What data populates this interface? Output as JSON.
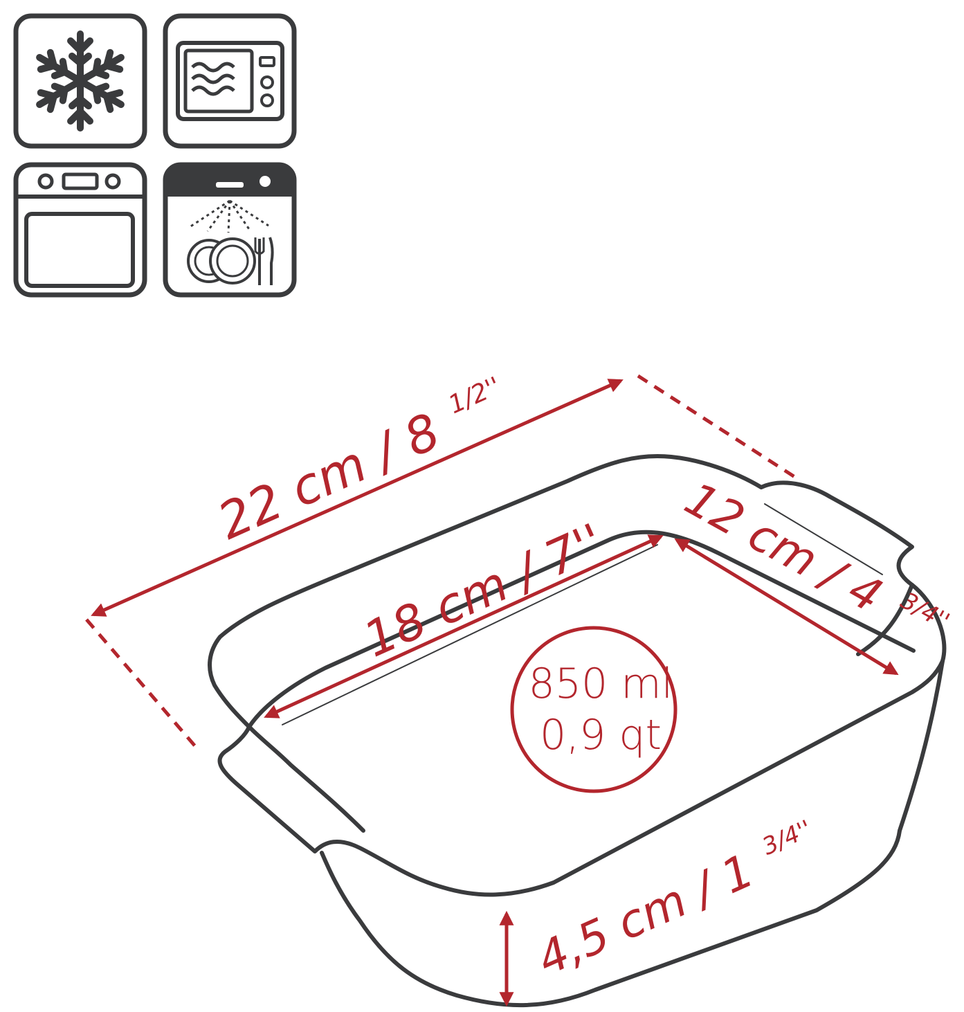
{
  "colors": {
    "accent": "#b3262d",
    "ink": "#3a3b3d",
    "background": "#ffffff"
  },
  "icons": [
    {
      "name": "freezer-safe-icon"
    },
    {
      "name": "microwave-safe-icon"
    },
    {
      "name": "oven-safe-icon"
    },
    {
      "name": "dishwasher-safe-icon"
    }
  ],
  "dimensions": {
    "outer_length": {
      "main": "22 cm / 8",
      "frac": "1/2''"
    },
    "inner_length": {
      "main": "18 cm / 7''"
    },
    "width": {
      "main": "12 cm / 4",
      "frac": "3/4''"
    },
    "height": {
      "main": "4,5 cm / 1",
      "frac": "3/4''"
    }
  },
  "capacity": {
    "metric": "850 ml",
    "imperial": "0,9 qt"
  }
}
